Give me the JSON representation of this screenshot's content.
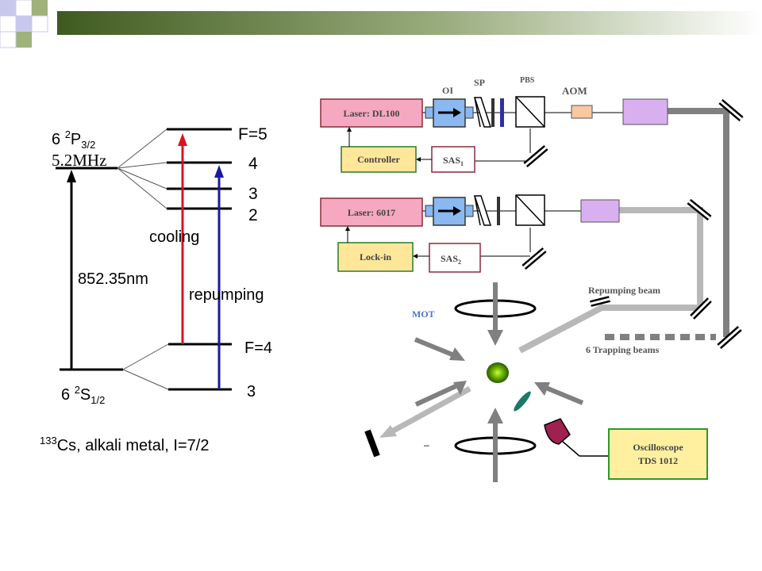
{
  "colors": {
    "cooling_arrow": "#e01020",
    "repump_arrow": "#1a1aa0",
    "laser_box": "#f5a8c0",
    "laser_border": "#8a2a3a",
    "controller_box": "#ffe79a",
    "controller_border": "#2a7a2a",
    "sas_border": "#8a2a3a",
    "mot_text": "#4a78c8",
    "mot_atom_cloud": "#6ab000",
    "oscilloscope_fill": "#fff0a0",
    "oscilloscope_border": "#2a9a2a",
    "aom_fill": "#f8c8a0",
    "fiber_fill": "#d8b0f0",
    "isolator_fill": "#8ab8f0"
  },
  "energy_levels": {
    "excited_state": {
      "prefix": "6 ",
      "sup": "2",
      "term": "P",
      "sub": "3/2"
    },
    "hyperfine_spacing": "5.2MHz",
    "excited_levels": {
      "f5": "F=5",
      "f4": "4",
      "f3": "3",
      "f2": "2"
    },
    "ground_state": {
      "prefix": "6 ",
      "sup": "2",
      "term": "S",
      "sub": "1/2"
    },
    "ground_levels": {
      "f4": "F=4",
      "f3": "3"
    },
    "transition_wavelength": "852.35nm",
    "cooling_label": "cooling",
    "repumping_label": "repumping",
    "species": {
      "mass_number": "133",
      "text": "Cs, alkali metal, I=7/2"
    }
  },
  "setup": {
    "optics": {
      "oi": "OI",
      "sp": "SP",
      "pbs": "PBS",
      "aom": "AOM"
    },
    "laser1": "Laser: DL100",
    "controller": "Controller",
    "sas1": {
      "text": "SAS",
      "sub": "1"
    },
    "laser2": "Laser: 6017",
    "lockin": "Lock-in",
    "sas2": {
      "text": "SAS",
      "sub": "2"
    },
    "repumping_beam": "Repumping beam",
    "trapping_beams": "6 Trapping beams",
    "mot": "MOT",
    "oscilloscope": {
      "line1": "Oscilloscope",
      "line2": "TDS 1012"
    },
    "dash_mark": "–"
  }
}
